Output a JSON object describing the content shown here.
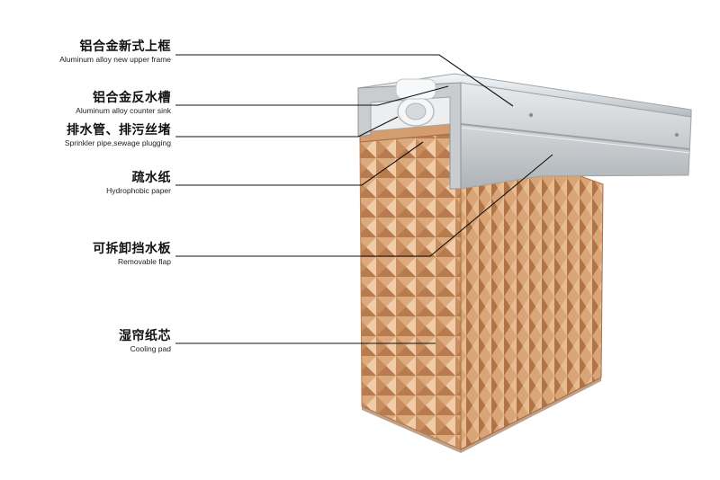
{
  "labels": [
    {
      "zh": "铝合金新式上框",
      "en": "Aluminum alloy new upper frame"
    },
    {
      "zh": "铝合金反水槽",
      "en": "Aluminum alloy counter sink"
    },
    {
      "zh": "排水管、排污丝堵",
      "en": "Sprinkler pipe,sewage plugging"
    },
    {
      "zh": "疏水纸",
      "en": "Hydrophobic paper"
    },
    {
      "zh": "可拆卸挡水板",
      "en": "Removable flap"
    },
    {
      "zh": "湿帘纸芯",
      "en": "Cooling pad"
    }
  ],
  "colors": {
    "pad_light": "#e8c09a",
    "pad_mid": "#d9a577",
    "pad_dark": "#b97e52",
    "aluminum": "#d8dcdf",
    "aluminum_dark": "#a9aeb2",
    "line": "#111111"
  }
}
